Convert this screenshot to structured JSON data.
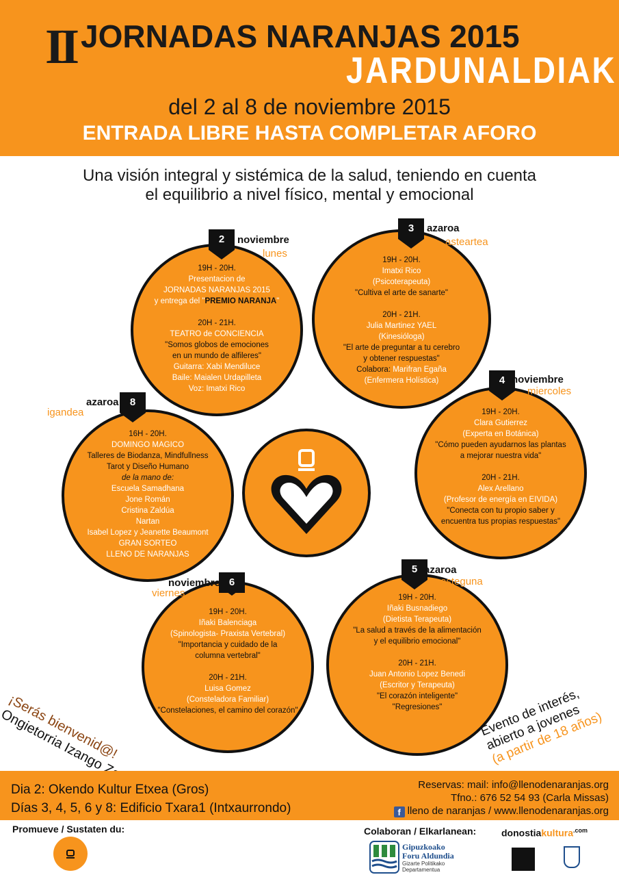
{
  "header": {
    "roman": "II",
    "title": "JORNADAS NARANJAS 2015",
    "subtitle": "JARDUNALDIAK",
    "dates": "del 2 al 8 de noviembre 2015",
    "entry": "ENTRADA LIBRE HASTA COMPLETAR AFORO"
  },
  "intro": {
    "line1": "Una visión integral y sistémica de la salud, teniendo en cuenta",
    "line2": "el equilibrio  a nivel físico, mental y emocional"
  },
  "events": {
    "d2": {
      "num": "2",
      "month": "noviembre",
      "day": "lunes",
      "l1": "19H - 20H.",
      "l2": "Presentacion de",
      "l3": "JORNADAS NARANJAS 2015",
      "l4a": "y entrega del \"",
      "l4b": "PREMIO NARANJA",
      "l4c": "\"",
      "l5": "20H - 21H.",
      "l6": "TEATRO de CONCIENCIA",
      "l7": "\"Somos globos de emociones",
      "l8": "en un mundo de alfileres\"",
      "l9": "Guitarra: Xabi Mendiluce",
      "l10": "Baile: Maialen Urdapilleta",
      "l11": "Voz: Imatxi Rico"
    },
    "d3": {
      "num": "3",
      "month": "azaroa",
      "day": "asteartea",
      "l1": "19H - 20H.",
      "l2": "Imatxi Rico",
      "l3": "(Psicoterapeuta)",
      "l4": "\"Cultiva el arte de sanarte\"",
      "l5": "20H - 21H.",
      "l6": "Julia Martinez YAEL",
      "l7": "(Kinesióloga)",
      "l8": "\"El arte de preguntar a tu cerebro",
      "l9": "y obtener respuestas\"",
      "l10a": "Colabora: ",
      "l10b": "Marifran Egaña",
      "l11": "(Enfermera Holística)"
    },
    "d4": {
      "num": "4",
      "month": "noviembre",
      "day": "miercoles",
      "l1": "19H - 20H.",
      "l2": "Clara Gutierrez",
      "l3": "(Experta en Botánica)",
      "l4": "\"Cómo pueden ayudarnos las plantas",
      "l5": "a mejorar nuestra vida\"",
      "l6": "20H - 21H.",
      "l7": "Alex Arellano",
      "l8": "(Profesor de energía en EIVIDA)",
      "l9": "\"Conecta con tu propio saber y",
      "l10": "encuentra tus propias respuestas\""
    },
    "d5": {
      "num": "5",
      "month": "azaroa",
      "day": "osteguna",
      "l1": "19H - 20H.",
      "l2": "Iñaki Busnadiego",
      "l3": "(Dietista Terapeuta)",
      "l4": "\"La salud a través de la alimentación",
      "l5": "y el equilibrio emocional\"",
      "l6": "20H - 21H.",
      "l7": "Juan Antonio Lopez Benedi",
      "l8": "(Escritor y Terapeuta)",
      "l9": "\"El corazón inteligente\"",
      "l10": "\"Regresiones\""
    },
    "d6": {
      "num": "6",
      "month": "noviembre",
      "day": "viernes",
      "l1": "19H - 20H.",
      "l2": "Iñaki Balenciaga",
      "l3": "(Spinologista- Praxista Vertebral)",
      "l4": "\"Importancia y cuidado de la",
      "l5": "columna vertebral\"",
      "l6": "20H - 21H.",
      "l7": "Luisa Gomez",
      "l8": "(Consteladora Familiar)",
      "l9": "\"Constelaciones, el camino del corazón\""
    },
    "d8": {
      "num": "8",
      "month": "azaroa",
      "day": "igandea",
      "l1": "16H - 20H.",
      "l2": "DOMINGO MAGICO",
      "l3": "Talleres de Biodanza, Mindfullness",
      "l4": "Tarot y Diseño Humano",
      "l5": "de la mano de:",
      "l6": "Escuela Samadhana",
      "l7": "Jone Román",
      "l8": "Cristina Zaldúa",
      "l9": "Nartan",
      "l10": "Isabel Lopez y Jeanette Beaumont",
      "l11": "GRAN SORTEO",
      "l12": "LLENO DE NARANJAS"
    }
  },
  "notes": {
    "welcome1": "¡Serás bienvenid@!",
    "welcome2": "Ongietorria Izango Zara!",
    "event1": "Evento de interés,",
    "event2": "abierto a jovenes",
    "event3": "(a partir de 18 años)"
  },
  "footer": {
    "venue1": "Dia 2: Okendo Kultur Etxea (Gros)",
    "venue2": "Días 3, 4, 5, 6 y 8: Edificio Txara1 (Intxaurrondo)",
    "reservas": "Reservas: mail: info@llenodenaranjas.org",
    "tfno": "Tfno.: 676 52 54 93 (Carla Missas)",
    "web": "lleno de naranjas / www.llenodenaranjas.org",
    "promueve": "Promueve / Sustaten du:",
    "colaboran": "Colaboran / Elkarlanean:",
    "gipu1": "Gipuzkoako",
    "gipu2": "Foru Aldundia",
    "gipu3": "Gizarte Politikako",
    "gipu4": "Departamentua",
    "dk_a": "donostia",
    "dk_b": "kultura",
    "dk_c": ".com"
  },
  "colors": {
    "orange": "#f7941d",
    "black": "#111111",
    "white": "#ffffff"
  },
  "icons": [
    "heart-icon",
    "facebook-icon",
    "sponsor-logo",
    "gipuzkoa-logo"
  ]
}
